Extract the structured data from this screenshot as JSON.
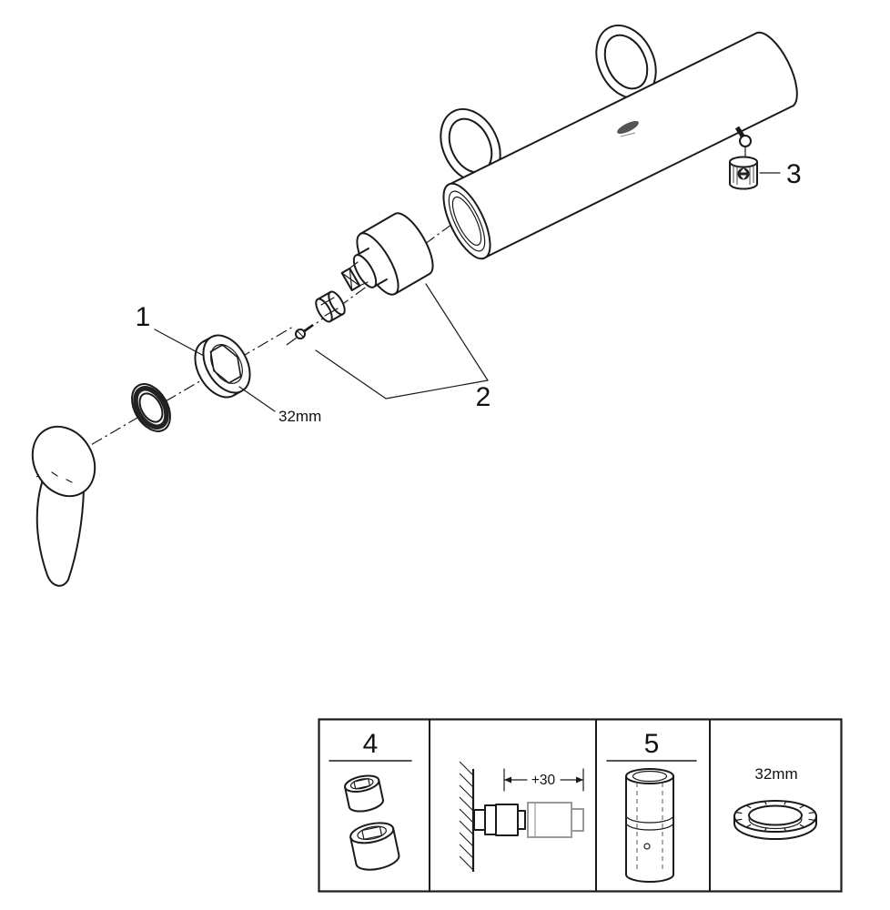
{
  "colors": {
    "ink": "#1a1a1a",
    "gray": "#9a9a9a",
    "background": "#ffffff"
  },
  "exploded_view": {
    "callout_1": "1",
    "callout_2": "2",
    "callout_3": "3",
    "escutcheon_dimension": "32mm"
  },
  "accessory_panel": {
    "adapters_label": "4",
    "extension_dimension": "+30",
    "sleeve_label": "5",
    "ring_dimension": "32mm"
  }
}
